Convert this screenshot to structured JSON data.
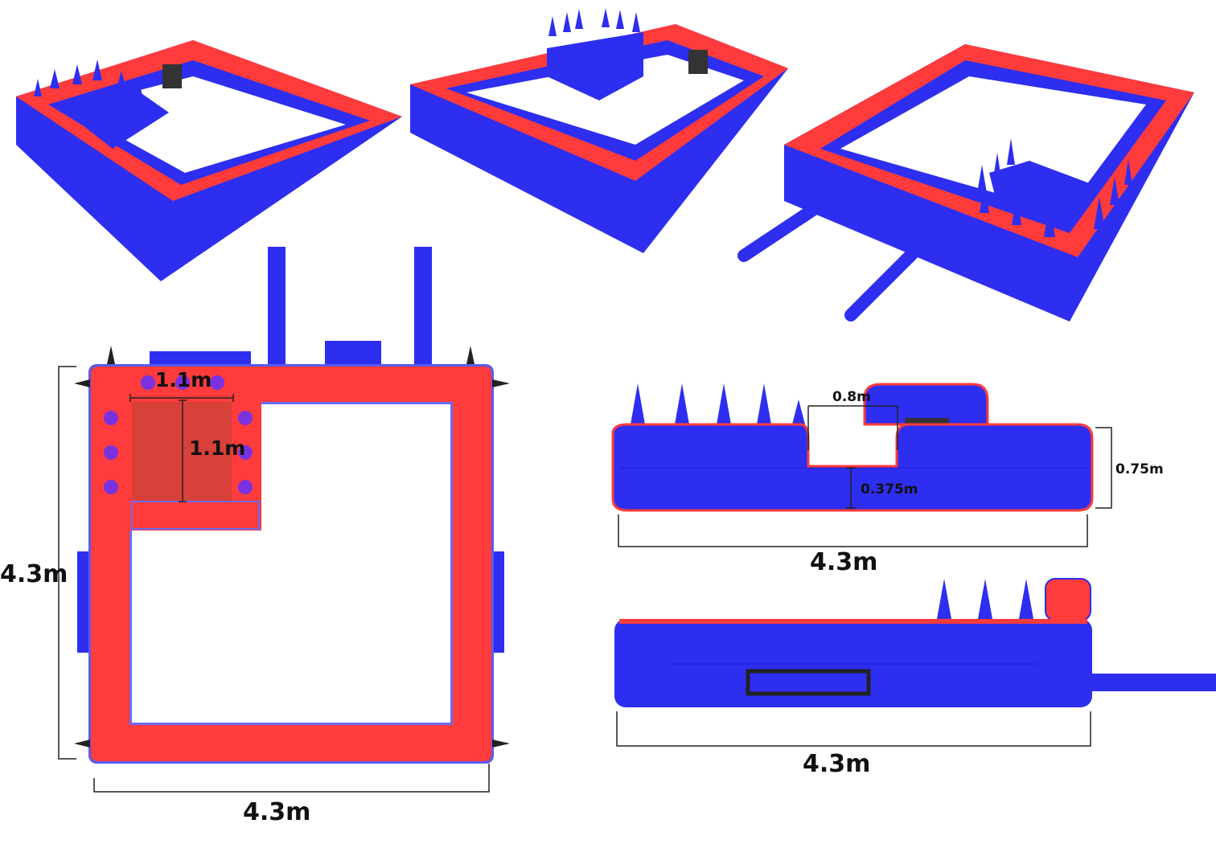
{
  "colors": {
    "blue": "#2e2ef0",
    "red": "#ff3b3b",
    "inner_red": "#d8403a",
    "purple": "#7a32e0"
  },
  "top_view": {
    "box_width_label": "1.1m",
    "box_depth_label": "1.1m",
    "height_label": "4.3m",
    "width_label": "4.3m"
  },
  "front_view": {
    "notch_width_label": "0.8m",
    "height_label": "0.75m",
    "notch_depth_label": "0.375m",
    "length_label": "4.3m"
  },
  "side_view": {
    "length_label": "4.3m"
  }
}
